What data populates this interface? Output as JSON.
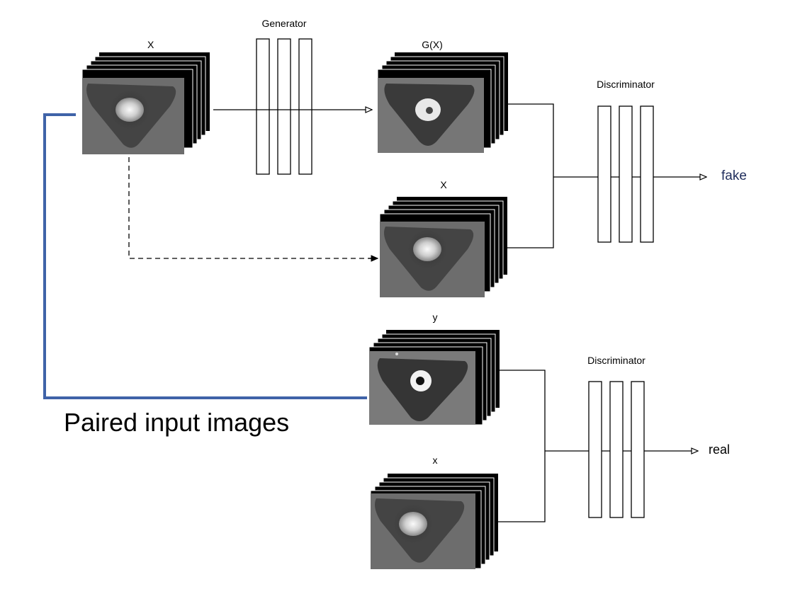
{
  "labels": {
    "input_x_top": "X",
    "generator": "Generator",
    "gx": "G(X)",
    "discriminator_top": "Discriminator",
    "fake": "fake",
    "input_x_mid": "X",
    "input_y": "y",
    "discriminator_bottom": "Discriminator",
    "real": "real",
    "input_x_bottom": "x",
    "paired": "Paired input images"
  },
  "colors": {
    "paired_bracket": "#3f63a8",
    "fake_label": "#1f2d5c"
  }
}
